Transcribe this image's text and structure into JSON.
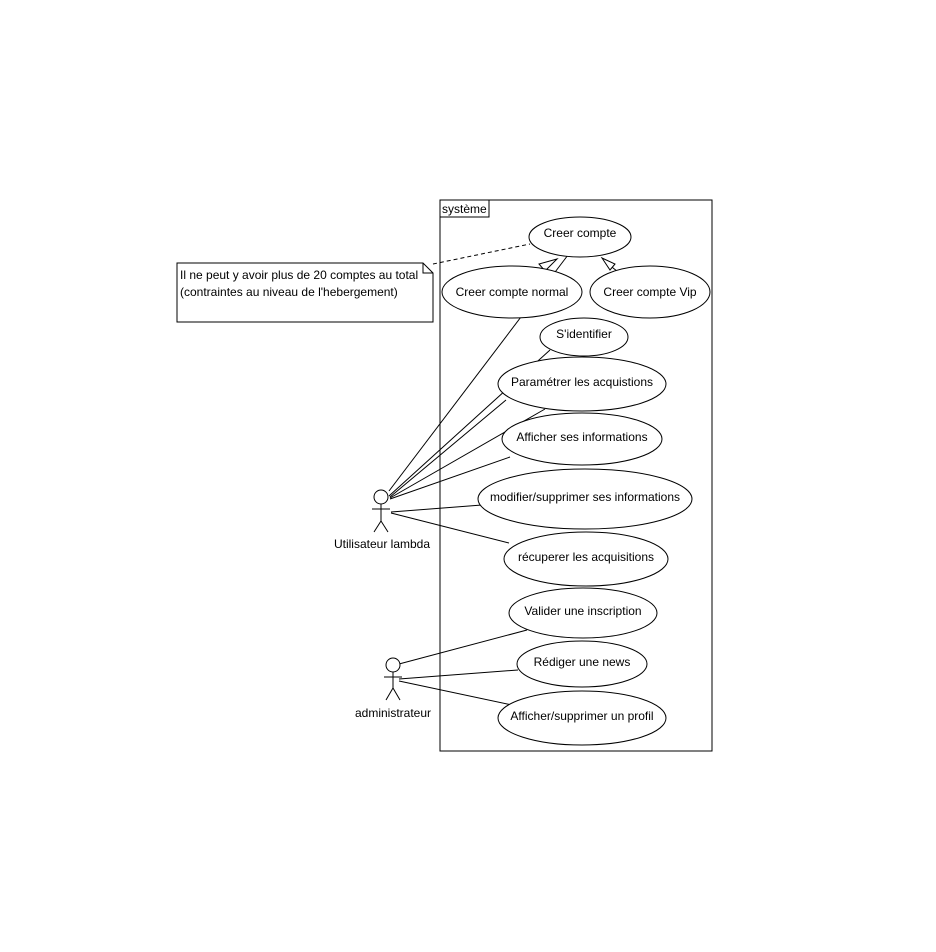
{
  "diagram": {
    "system_label": "système",
    "note": {
      "line1": "Il ne peut y avoir plus de 20 comptes au total",
      "line2": "(contraintes au niveau de l'hebergement)"
    },
    "actors": {
      "lambda": "Utilisateur lambda",
      "admin": "administrateur"
    },
    "use_cases": {
      "creer_compte": "Creer compte",
      "creer_compte_normal": "Creer compte normal",
      "creer_compte_vip": "Creer compte Vip",
      "s_identifier": "S'identifier",
      "parametrer": "Paramétrer les acquistions",
      "afficher_infos": "Afficher ses informations",
      "modifier_infos": "modifier/supprimer ses informations",
      "recuperer": "récuperer les acquisitions",
      "valider": "Valider une inscription",
      "rediger": "Rédiger une news",
      "afficher_profil": "Afficher/supprimer un profil"
    }
  }
}
